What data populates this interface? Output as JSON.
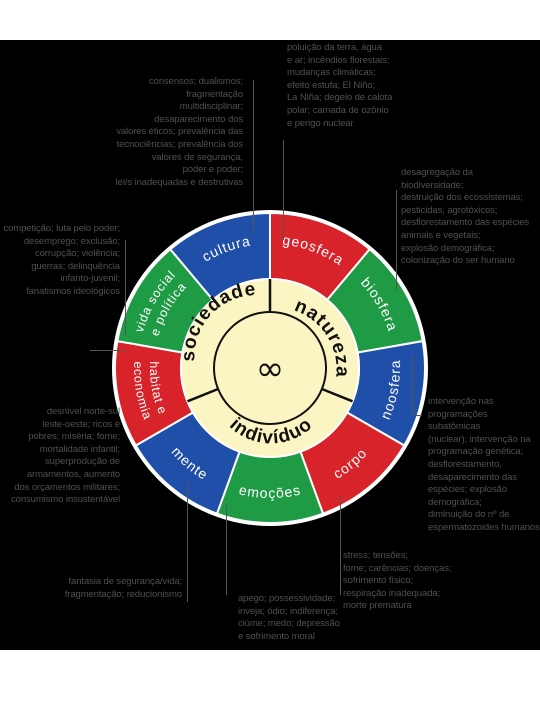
{
  "colors": {
    "background": "#000000",
    "red": "#d8232a",
    "green": "#1f9a45",
    "blue": "#1f4fa8",
    "cream": "#fbf5c4",
    "white": "#ffffff",
    "note_text": "#505050"
  },
  "center": {
    "symbol": "∞"
  },
  "groups": {
    "sociedade": "sociedade",
    "natureza": "natureza",
    "individuo": "indivíduo"
  },
  "segments": [
    {
      "id": "geosfera",
      "label": "geosfera",
      "color": "red"
    },
    {
      "id": "biosfera",
      "label": "biosfera",
      "color": "green"
    },
    {
      "id": "noosfera",
      "label": "noosfera",
      "color": "blue"
    },
    {
      "id": "corpo",
      "label": "corpo",
      "color": "red"
    },
    {
      "id": "emocoes",
      "label": "emoções",
      "color": "green"
    },
    {
      "id": "mente",
      "label": "mente",
      "color": "blue"
    },
    {
      "id": "habitat",
      "label": "habitat e economia",
      "color": "red"
    },
    {
      "id": "vida",
      "label": "vida social e política",
      "color": "green"
    },
    {
      "id": "cultura",
      "label": "cultura",
      "color": "blue"
    }
  ],
  "notes": {
    "geosfera": "poluição da terra, água\ne ar; incêndios florestais;\nmudanças climáticas;\nefeito estufa; El Niño;\nLa Niña; degelo de calota\npolar; camada de ozônio\ne perigo nuclear",
    "cultura": "consensos; dualismos;\nfragmentação\nmultidisciplinar;\ndesaparecimento dos\nvalores éticos; prevalência das\ntecnociências; prevalência dos\nvalores de segurança,\npoder e poder;\nlei/s inadequadas e destrutivas",
    "biosfera": "desagregação da\nbiodiversidade;\ndestruição dos ecossistemas;\npesticidas, agrotóxicos;\ndesflorestamento das espécies\nanimais e vegetais;\nexplosão demográfica;\ncolonização do ser humano",
    "vida": "competição; luta pelo poder;\ndesemprego; exclusão;\ncorrupção; violência;\nguerras; delinquência\ninfanto-juvenil;\nfanatismos ideológicos",
    "habitat": "desnível norte-sul\nleste-oeste; ricos e\npobres; miséria; fome;\nmortalidade infantil;\nsuperprodução de\narmamentos, aumento\ndos orçamentos militares;\nconsumismo insustentável",
    "noosfera": "intervenção nas\nprogramações subatômicas\n(nuclear); intervenção na\nprogramação genética;\ndesflorestamento,\ndesaparecimento das\nespécies; explosão\ndemográfica;\ndiminuição do nº de\nespermatozoides humanos",
    "mente": "fantasia de segurança/vida;\nfragmentação; reducionismo",
    "corpo": "stress; tensões;\nfome; carências; doenças;\nsofrimento físico;\nrespiração inadequada;\nmorte prematura",
    "emocoes": "apego; possessividade;\ninveja; ódio; indiferença;\nciúme; medo; depressão\ne sofrimento moral"
  }
}
